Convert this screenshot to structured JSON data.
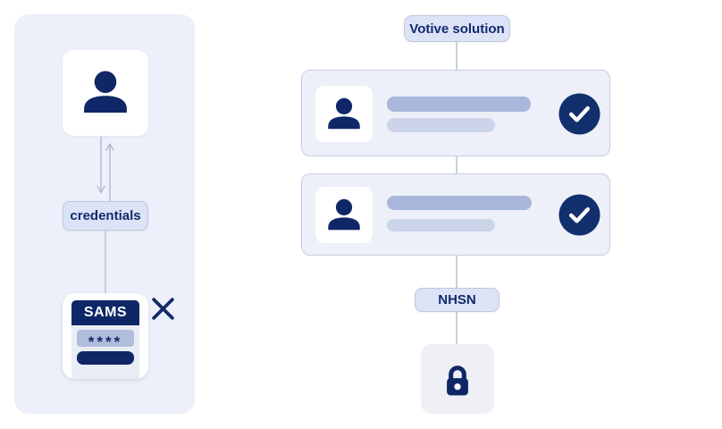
{
  "left_panel": {
    "credentials_label": "credentials",
    "sams": {
      "title": "SAMS",
      "password_mask": "****"
    },
    "icons": [
      "person-icon",
      "exchange-arrows-icon",
      "close-icon"
    ]
  },
  "flow": {
    "top_label": "Votive solution",
    "bottom_label": "NHSN",
    "steps": [
      {
        "icon": "person-icon",
        "status_icon": "check-icon",
        "placeholder_lines": 2
      },
      {
        "icon": "person-icon",
        "status_icon": "check-icon",
        "placeholder_lines": 2
      }
    ],
    "lock_icon": "lock-icon"
  },
  "colors": {
    "navy": "#0f2767",
    "panel_bg": "#edf0fa",
    "card_bg": "#edf0f9",
    "card_border": "#c6cde3",
    "pill_bg": "#dce3f7",
    "pill_border": "#c2c8da",
    "bar_dark": "#a9b7da",
    "bar_light": "#ccd4e9",
    "mask_field_bg": "#b1bddc",
    "connector_line": "#ccd0dc",
    "arrow_line": "#b5bcd1",
    "lock_box_bg": "#eef0f6",
    "white": "#ffffff"
  }
}
